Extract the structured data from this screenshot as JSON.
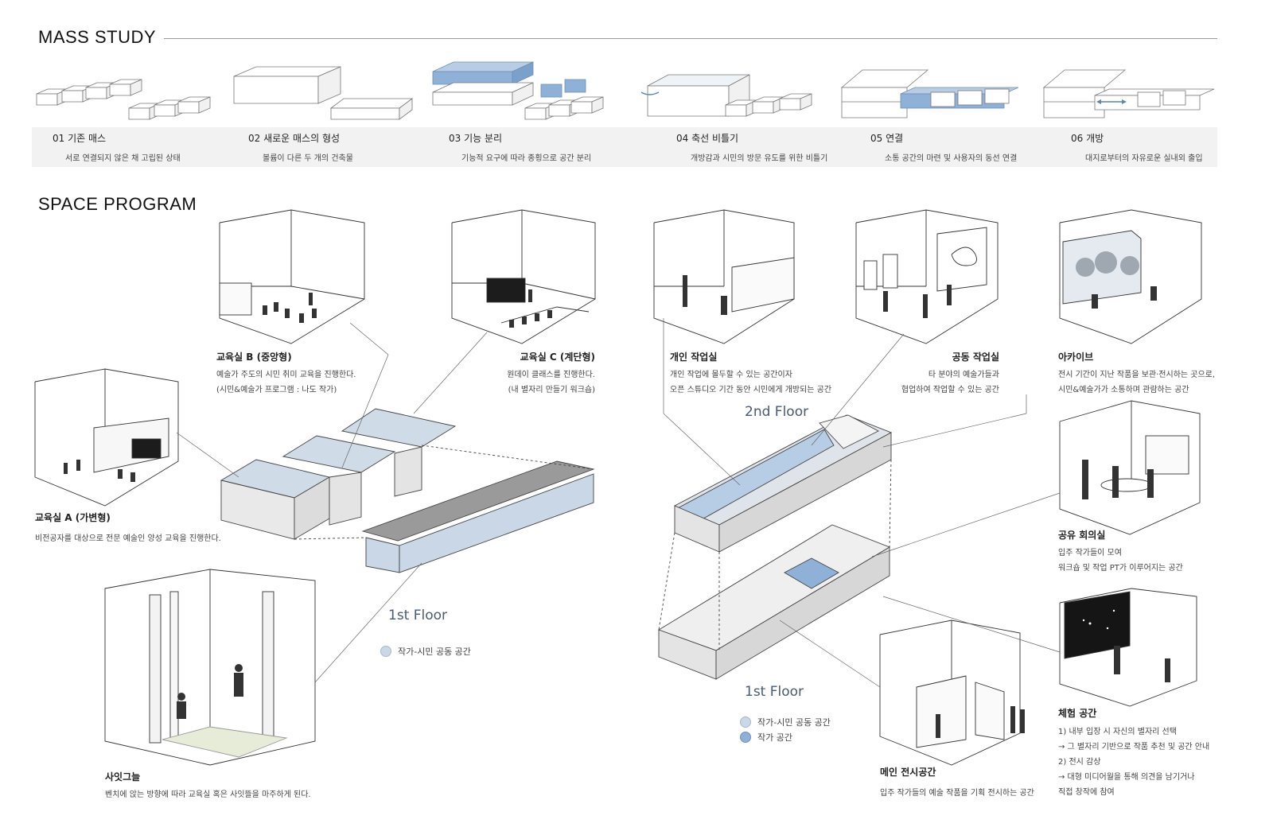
{
  "sections": {
    "mass_study": "MASS STUDY",
    "space_program": "SPACE PROGRAM"
  },
  "mass_steps": [
    {
      "title": "01 기존 매스",
      "desc": "서로 연결되지 않은 채 고립된 상태"
    },
    {
      "title": "02 새로운 매스의  형성",
      "desc": "볼륨이 다른 두 개의 건축물"
    },
    {
      "title": "03 기능 분리",
      "desc": "기능적 요구에 따라 종횡으로 공간 분리"
    },
    {
      "title": "04 축선 비틀기",
      "desc": "개방감과 시민의 방문 유도를 위한 비틀기"
    },
    {
      "title": "05 연결",
      "desc": "소통 공간의 마련 및 사용자의 동선 연결"
    },
    {
      "title": "06 개방",
      "desc": "대지로부터의 자유로운 실내외 출입"
    }
  ],
  "spaces": {
    "room_b": {
      "title": "교육실 B (중앙형)",
      "lines": [
        "예술가 주도의 시민 취미 교육을 진행한다.",
        "(시민&예술가 프로그램 : 나도 작가)"
      ]
    },
    "room_c": {
      "title": "교육실 C (계단형)",
      "lines": [
        "원데이 클래스를 진행한다.",
        "(내 별자리 만들기 워크숍)"
      ]
    },
    "room_a": {
      "title": "교육실 A (가변형)",
      "lines": [
        "비전공자를 대상으로 전문 예술인 양성 교육을 진행한다."
      ]
    },
    "gap": {
      "title": "사잇그늘",
      "lines": [
        "벤치에 앉는 방향에 따라 교육실 혹은 사잇뜰을 마주하게 된다."
      ]
    },
    "personal": {
      "title": "개인 작업실",
      "lines": [
        "개인 작업에 몰두할 수 있는 공간이자",
        "오픈 스튜디오 기간 동안 시민에게 개방되는 공간"
      ]
    },
    "shared_work": {
      "title": "공동 작업실",
      "lines": [
        "타 분야의 예술가들과",
        "협업하여 작업할 수 있는 공간"
      ]
    },
    "archive": {
      "title": "아카이브",
      "lines": [
        "전시 기간이 지난 작품을 보관·전시하는 곳으로,",
        "시민&예술가가 소통하며 관람하는 공간"
      ]
    },
    "meeting": {
      "title": "공유 회의실",
      "lines": [
        "입주 작가들이 모여",
        "워크숍 및 작업 PT가 이루어지는 공간"
      ]
    },
    "experience": {
      "title": "체험 공간",
      "lines": [
        "1) 내부 입장 시 자신의 별자리 선택",
        "→ 그 별자리 기반으로 작품 추천 및 공간 안내",
        "2) 전시 감상",
        "→ 대형 미디어월을 통해 의견을 남기거나",
        "직접 창작에 참여"
      ]
    },
    "main_exhibit": {
      "title": "메인 전시공간",
      "lines": [
        "입주 작가들의 예술 작품을 기획 전시하는 공간"
      ]
    }
  },
  "floors": {
    "left_1f": "1st Floor",
    "right_2f": "2nd Floor",
    "right_1f": "1st Floor"
  },
  "legend": {
    "left": [
      "작가-시민 공동 공간"
    ],
    "right": [
      "작가-시민 공동 공간",
      "작가 공간"
    ]
  },
  "colors": {
    "accent_blue": "#7fa6d3",
    "light_blue": "#c9d7e6",
    "band_gray": "#f2f2f2"
  }
}
